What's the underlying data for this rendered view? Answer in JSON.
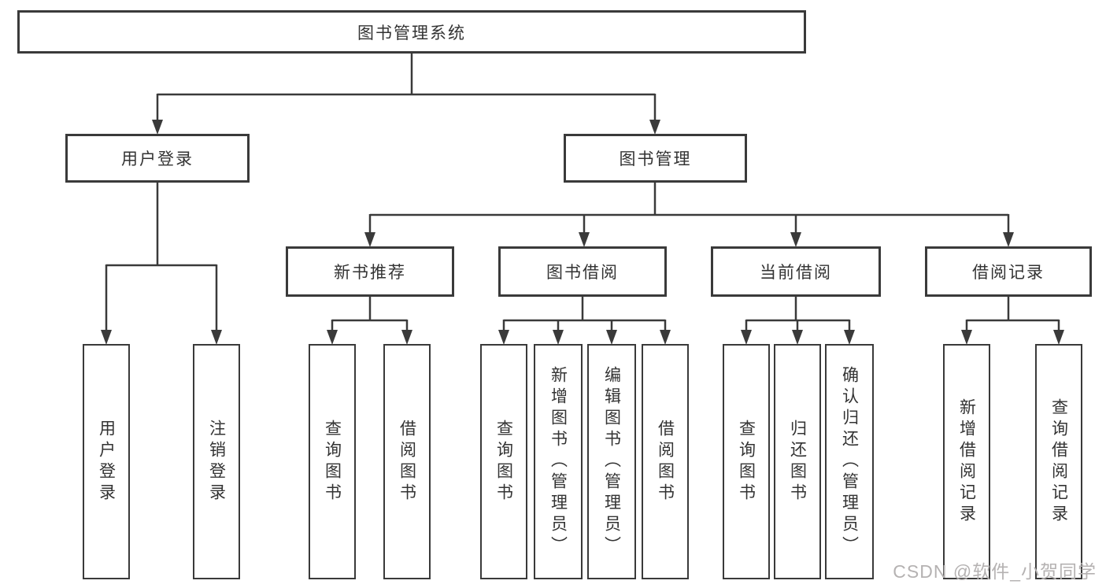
{
  "title": {
    "label": "图书管理系统"
  },
  "nodes": {
    "level2": [
      {
        "id": "user-login",
        "label": "用户登录"
      },
      {
        "id": "book-management",
        "label": "图书管理"
      }
    ],
    "level3": [
      {
        "id": "new-book-recommend",
        "label": "新书推荐"
      },
      {
        "id": "book-borrow",
        "label": "图书借阅"
      },
      {
        "id": "current-borrow",
        "label": "当前借阅"
      },
      {
        "id": "borrow-records",
        "label": "借阅记录"
      }
    ],
    "leaves": [
      {
        "label": "用户登录"
      },
      {
        "label": "注销登录"
      },
      {
        "label": "查询图书"
      },
      {
        "label": "借阅图书"
      },
      {
        "label": "查询图书"
      },
      {
        "label": "新增图书（管理员）"
      },
      {
        "label": "编辑图书（管理员）"
      },
      {
        "label": "借阅图书"
      },
      {
        "label": "查询图书"
      },
      {
        "label": "归还图书"
      },
      {
        "label": "确认归还（管理员）"
      },
      {
        "label": "新增借阅记录"
      },
      {
        "label": "查询借阅记录"
      }
    ]
  },
  "watermark": {
    "text": "CSDN @软件_小贺同学"
  },
  "colors": {
    "line": "#3a3a3a",
    "text": "#333333",
    "background": "#ffffff",
    "watermark": "#b5b2b2"
  }
}
